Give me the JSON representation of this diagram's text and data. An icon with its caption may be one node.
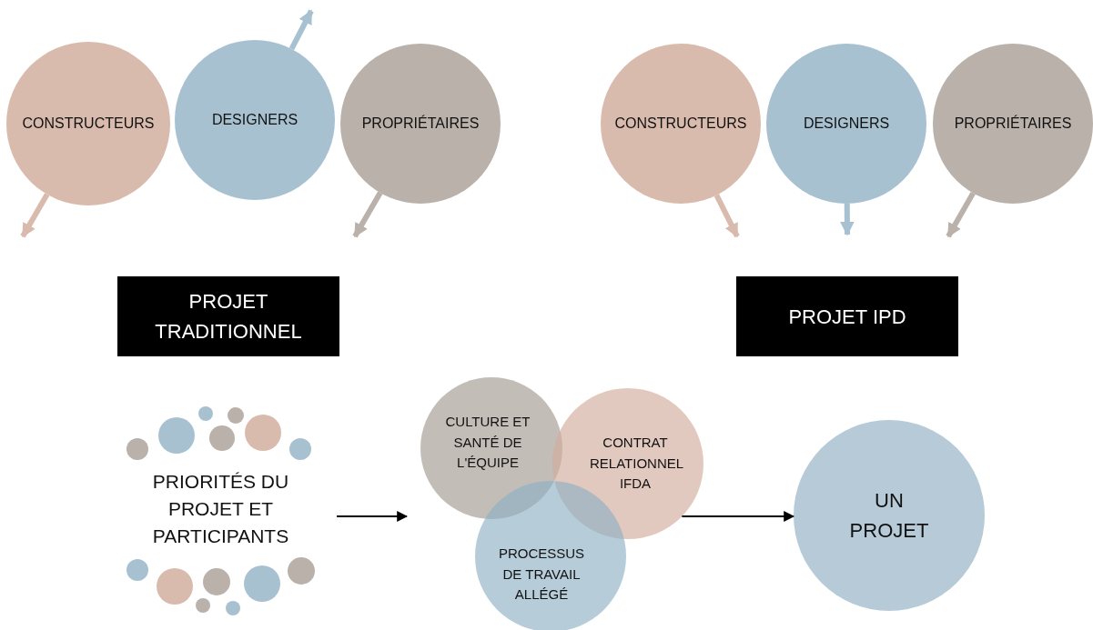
{
  "diagram": {
    "nodes": [
      {
        "text": [
          "CONSTRUCTEURS"
        ]
      },
      {
        "text": [
          "DESIGNERS"
        ]
      },
      {
        "text": [
          "PROPRIÉTAIRES"
        ]
      },
      {
        "text": [
          "CONSTRUCTEURS"
        ]
      },
      {
        "text": [
          "DESIGNERS"
        ]
      },
      {
        "text": [
          "PROPRIÉTAIRES"
        ]
      },
      {
        "text": [
          "PROJET TRADITIONNEL"
        ]
      },
      {
        "text": [
          "PROJET IPD"
        ]
      },
      {
        "text": [
          "PRIORITÉS DU PROJET ET PARTICIPANTS"
        ]
      },
      {
        "text": [
          "CULTURE ET SANTÉ DE L'ÉQUIPE"
        ]
      },
      {
        "text": [
          "CONTRAT RELATIONNEL IFDA"
        ]
      },
      {
        "text": [
          "PROCESSUS DE TRAVAIL ALLÉGÉ"
        ]
      },
      {
        "text": [
          "UN PROJET"
        ]
      }
    ],
    "edges": [
      {
        "from": 0,
        "to": null,
        "arrow": "to",
        "color": "#d9bbae"
      },
      {
        "from": 1,
        "to": null,
        "arrow": "to",
        "color": "#a8c1d1"
      },
      {
        "from": 2,
        "to": null,
        "arrow": "to",
        "color": "#b9b1aa"
      },
      {
        "from": 3,
        "to": null,
        "arrow": "to",
        "color": "#d9bbae"
      },
      {
        "from": 4,
        "to": null,
        "arrow": "to",
        "color": "#a8c1d1"
      },
      {
        "from": 5,
        "to": null,
        "arrow": "to",
        "color": "#b9b1aa"
      },
      {
        "from": 8,
        "to": 9,
        "arrow": "to",
        "color": "#000000"
      },
      {
        "from": 10,
        "to": 12,
        "arrow": "to",
        "color": "#000000"
      }
    ]
  }
}
